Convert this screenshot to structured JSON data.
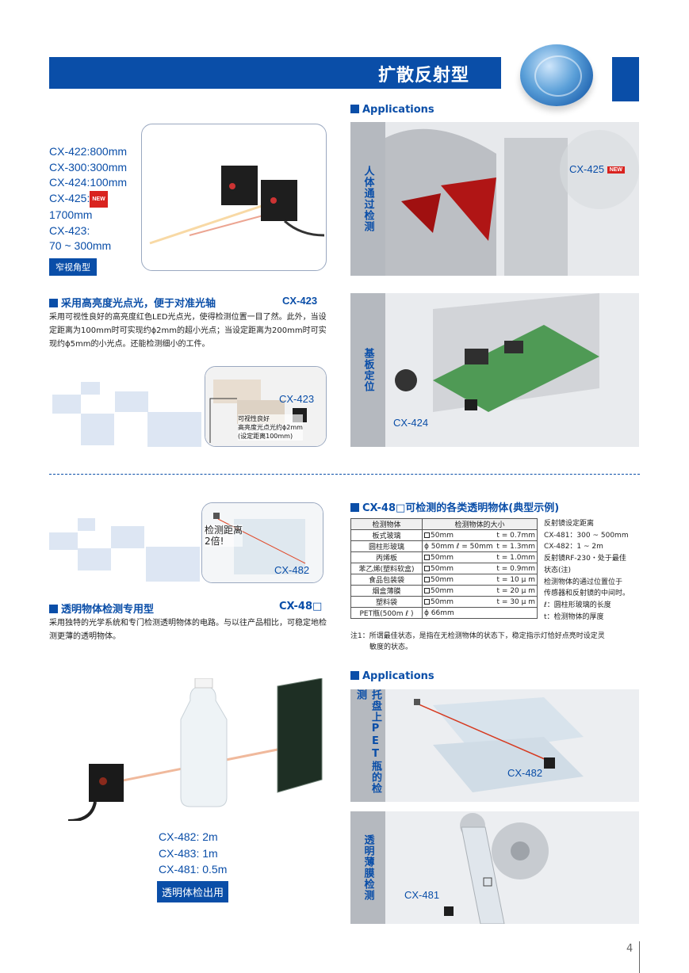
{
  "header": {
    "title": "扩散反射型"
  },
  "top_left": {
    "models": [
      {
        "text": "CX-422:800mm",
        "new": false
      },
      {
        "text": "CX-300:300mm",
        "new": false
      },
      {
        "text": "CX-424:100mm",
        "new": false
      },
      {
        "text": "CX-425:",
        "new": true
      },
      {
        "text": "1700mm",
        "new": false
      },
      {
        "text": "CX-423:",
        "new": false
      },
      {
        "text": "70 ~ 300mm",
        "new": false
      }
    ],
    "new_badge": "NEW",
    "tag": "窄视角型"
  },
  "section1": {
    "title": "采用高亮度光点光，便于对准光轴",
    "model": "CX-423",
    "body": "采用可视性良好的高亮度红色LED光点光，使得检测位置一目了然。此外，当设定距离为100mm时可实现约ϕ2mm的超小光点；当设定距离为200mm时可实现约ϕ5mm的小光点。还能检测细小的工件。",
    "photo_model": "CX-423",
    "photo_caption_1": "可视性良好",
    "photo_caption_2": "高亮度光点光约ϕ2mm",
    "photo_caption_3": "(设定距离100mm)"
  },
  "applications_heading_1": "Applications",
  "app1": {
    "label": "人体通过检测",
    "model": "CX-425",
    "new_badge": "NEW"
  },
  "app2": {
    "label": "基板定位",
    "model": "CX-424"
  },
  "section2_photo": {
    "label_1": "检测距离",
    "label_2": "2倍!",
    "model": "CX-482"
  },
  "section2": {
    "title": "透明物体检测专用型",
    "model": "CX-48□",
    "body": "采用独特的光学系统和专门检测透明物体的电路。与以往产品相比，可稳定地检测更薄的透明物体。"
  },
  "table_section": {
    "title": "CX-48□可检测的各类透明物体(典型示例)",
    "headers": [
      "检测物体",
      "检测物体的大小"
    ],
    "rows": [
      {
        "obj": "板式玻璃",
        "box": true,
        "size": "50mm",
        "t": "t = 0.7mm"
      },
      {
        "obj": "圆柱形玻璃",
        "box": false,
        "size": "ϕ 50mm ℓ = 50mm",
        "t": "t = 1.3mm"
      },
      {
        "obj": "丙烯板",
        "box": true,
        "size": "50mm",
        "t": "t = 1.0mm"
      },
      {
        "obj": "苯乙烯(塑料软盒)",
        "box": true,
        "size": "50mm",
        "t": "t = 0.9mm"
      },
      {
        "obj": "食品包装袋",
        "box": true,
        "size": "50mm",
        "t": "t = 10 μ m"
      },
      {
        "obj": "烟盒薄膜",
        "box": true,
        "size": "50mm",
        "t": "t = 20 μ m"
      },
      {
        "obj": "塑料袋",
        "box": true,
        "size": "50mm",
        "t": "t = 30 μ m"
      },
      {
        "obj": "PET瓶(500m ℓ )",
        "box": false,
        "size": "ϕ 66mm",
        "t": ""
      }
    ],
    "notes": [
      "反射镜设定距离",
      "CX-481：300 ~ 500mm",
      "CX-482：1 ~ 2m",
      "反射镜RF-230・处于最佳",
      "状态(注)",
      "检测物体的通过位置位于",
      "传感器和反射镜的中间时。",
      "ℓ：圆柱形玻璃的长度",
      "t：检测物体的厚度"
    ],
    "footnote_1": "注1：所谓最佳状态，是指在无检测物体的状态下，稳定指示灯恰好点亮时设定灵",
    "footnote_2": "敏度的状态。"
  },
  "applications_heading_2": "Applications",
  "app3": {
    "label": "托盘上PET瓶的检测",
    "model": "CX-482"
  },
  "app4": {
    "label": "透明薄膜检测",
    "model": "CX-481"
  },
  "bottom_left": {
    "models": [
      "CX-482: 2m",
      "CX-483: 1m",
      "CX-481: 0.5m"
    ],
    "tag": "透明体检出用"
  },
  "page_number": "4",
  "colors": {
    "brand_blue": "#0a4ea8",
    "new_red": "#d9231f",
    "label_gray": "#b5b9bf"
  }
}
